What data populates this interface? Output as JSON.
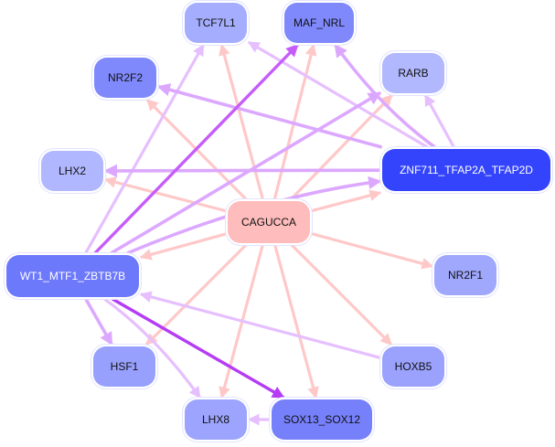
{
  "diagram": {
    "type": "regulatory-network",
    "nodes": [
      {
        "id": "CAGUCCA",
        "label": "CAGUCCA",
        "color": "#ffbcbc",
        "text_color": "dark",
        "role": "mirna-seed"
      },
      {
        "id": "TCF7L1",
        "label": "TCF7L1",
        "color": "#a5aefe",
        "text_color": "dark"
      },
      {
        "id": "MAF_NRL",
        "label": "MAF_NRL",
        "color": "#7f89fc",
        "text_color": "dark"
      },
      {
        "id": "RARB",
        "label": "RARB",
        "color": "#b1b8fe",
        "text_color": "dark"
      },
      {
        "id": "NR2F2",
        "label": "NR2F2",
        "color": "#7f89fb",
        "text_color": "dark"
      },
      {
        "id": "LHX2",
        "label": "LHX2",
        "color": "#b0b7fe",
        "text_color": "dark"
      },
      {
        "id": "ZNF711_TFAP2A_TFAP2D",
        "label": "ZNF711_TFAP2A_TFAP2D",
        "color": "#3344fc",
        "text_color": "light"
      },
      {
        "id": "WT1_MTF1_ZBTB7B",
        "label": "WT1_MTF1_ZBTB7B",
        "color": "#6d79fb",
        "text_color": "light"
      },
      {
        "id": "NR2F1",
        "label": "NR2F1",
        "color": "#a0a8fe",
        "text_color": "dark"
      },
      {
        "id": "HSF1",
        "label": "HSF1",
        "color": "#98a0fd",
        "text_color": "dark"
      },
      {
        "id": "HOXB5",
        "label": "HOXB5",
        "color": "#9aa2fd",
        "text_color": "dark"
      },
      {
        "id": "LHX8",
        "label": "LHX8",
        "color": "#9ca4fd",
        "text_color": "dark"
      },
      {
        "id": "SOX13_SOX12",
        "label": "SOX13_SOX12",
        "color": "#7680fb",
        "text_color": "dark"
      }
    ],
    "edge_colors": {
      "mirna_target": "#ffc8c8",
      "tf_weak": "#e6bfff",
      "tf_medium": "#dca8ff",
      "tf_strong": "#c65cfa",
      "tf_strongest": "#b53cf5"
    },
    "edges": [
      {
        "from": "CAGUCCA",
        "to": "TCF7L1",
        "type": "mirna_target"
      },
      {
        "from": "CAGUCCA",
        "to": "MAF_NRL",
        "type": "mirna_target"
      },
      {
        "from": "CAGUCCA",
        "to": "RARB",
        "type": "mirna_target"
      },
      {
        "from": "CAGUCCA",
        "to": "NR2F2",
        "type": "mirna_target"
      },
      {
        "from": "CAGUCCA",
        "to": "LHX2",
        "type": "mirna_target"
      },
      {
        "from": "CAGUCCA",
        "to": "ZNF711_TFAP2A_TFAP2D",
        "type": "mirna_target"
      },
      {
        "from": "CAGUCCA",
        "to": "WT1_MTF1_ZBTB7B",
        "type": "mirna_target"
      },
      {
        "from": "CAGUCCA",
        "to": "NR2F1",
        "type": "mirna_target"
      },
      {
        "from": "CAGUCCA",
        "to": "HSF1",
        "type": "mirna_target"
      },
      {
        "from": "CAGUCCA",
        "to": "HOXB5",
        "type": "mirna_target"
      },
      {
        "from": "CAGUCCA",
        "to": "LHX8",
        "type": "mirna_target"
      },
      {
        "from": "CAGUCCA",
        "to": "SOX13_SOX12",
        "type": "mirna_target"
      },
      {
        "from": "ZNF711_TFAP2A_TFAP2D",
        "to": "TCF7L1",
        "type": "tf_weak"
      },
      {
        "from": "ZNF711_TFAP2A_TFAP2D",
        "to": "MAF_NRL",
        "type": "tf_medium"
      },
      {
        "from": "ZNF711_TFAP2A_TFAP2D",
        "to": "RARB",
        "type": "tf_weak"
      },
      {
        "from": "ZNF711_TFAP2A_TFAP2D",
        "to": "NR2F2",
        "type": "tf_medium"
      },
      {
        "from": "ZNF711_TFAP2A_TFAP2D",
        "to": "LHX2",
        "type": "tf_medium"
      },
      {
        "from": "WT1_MTF1_ZBTB7B",
        "to": "TCF7L1",
        "type": "tf_weak"
      },
      {
        "from": "WT1_MTF1_ZBTB7B",
        "to": "MAF_NRL",
        "type": "tf_strong"
      },
      {
        "from": "WT1_MTF1_ZBTB7B",
        "to": "RARB",
        "type": "tf_medium"
      },
      {
        "from": "WT1_MTF1_ZBTB7B",
        "to": "ZNF711_TFAP2A_TFAP2D",
        "type": "tf_medium"
      },
      {
        "from": "WT1_MTF1_ZBTB7B",
        "to": "HSF1",
        "type": "tf_medium"
      },
      {
        "from": "WT1_MTF1_ZBTB7B",
        "to": "LHX8",
        "type": "tf_weak"
      },
      {
        "from": "WT1_MTF1_ZBTB7B",
        "to": "SOX13_SOX12",
        "type": "tf_strongest"
      },
      {
        "from": "HOXB5",
        "to": "WT1_MTF1_ZBTB7B",
        "type": "tf_weak"
      },
      {
        "from": "SOX13_SOX12",
        "to": "LHX8",
        "type": "tf_weak"
      }
    ]
  }
}
